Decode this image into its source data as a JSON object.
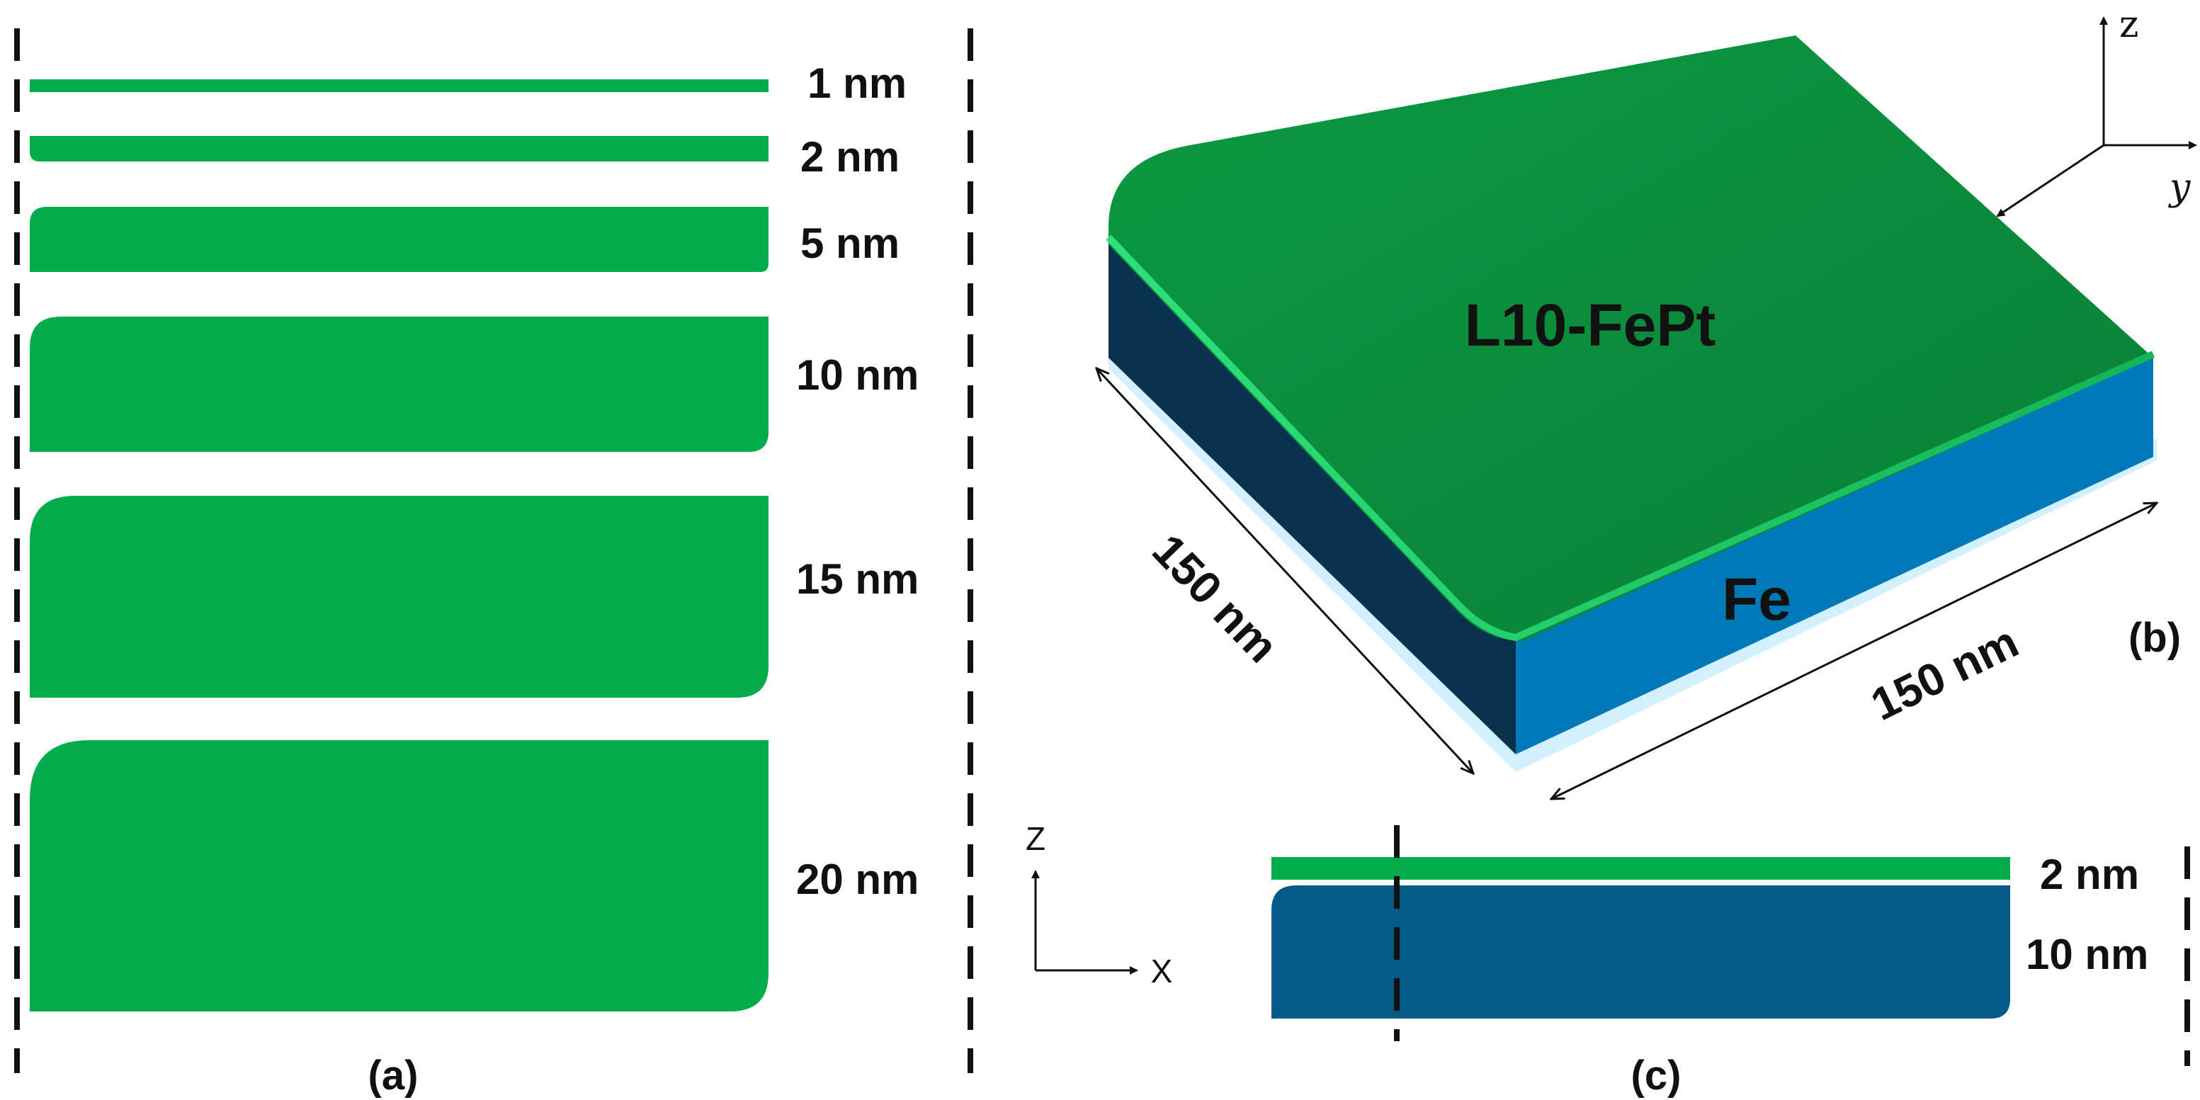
{
  "colors": {
    "fept_green": "#00ad4a",
    "fept_top_green": "#0a8f3c",
    "fe_blue_front": "#0079b8",
    "fe_blue_side": "#08324e",
    "fe_blue_crosssection": "#045a86",
    "outline": "#111111"
  },
  "panel_a": {
    "caption": "(a)",
    "layers": [
      {
        "label": "1 nm"
      },
      {
        "label": "2 nm"
      },
      {
        "label": "5 nm"
      },
      {
        "label": "10 nm"
      },
      {
        "label": "15 nm"
      },
      {
        "label": "20 nm"
      }
    ]
  },
  "panel_b": {
    "caption": "(b)",
    "top_layer_label": "L10-FePt",
    "bottom_layer_label": "Fe",
    "dim_left": "150 nm",
    "dim_right": "150 nm",
    "axes": {
      "z": "z",
      "y": "y"
    }
  },
  "panel_c": {
    "caption": "(c)",
    "top_label": "2 nm",
    "bottom_label": "10 nm",
    "axes": {
      "z": "Z",
      "x": "X"
    }
  }
}
